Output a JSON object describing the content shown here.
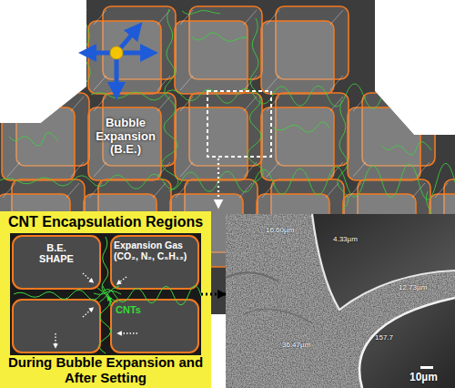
{
  "diagram": {
    "nodes": [
      {
        "text": [
          "Bubble Expansion (B.E.)"
        ]
      },
      {
        "text": [
          "CNT Encapsulation Regions",
          "During Bubble Expansion and After Setting"
        ]
      },
      {
        "text": [
          "B.E. SHAPE",
          "Expansion Gas (CO₂, N₂, C₅H₁₂)",
          "CNTs"
        ],
        "in": 1
      },
      {
        "text": [
          "16.60µm",
          "4.33µm",
          "12.73µm",
          "157.7",
          "36.47µm",
          "10µm"
        ]
      }
    ],
    "edges": [
      {
        "from": 2,
        "to": 3,
        "arrow": "to"
      }
    ]
  }
}
